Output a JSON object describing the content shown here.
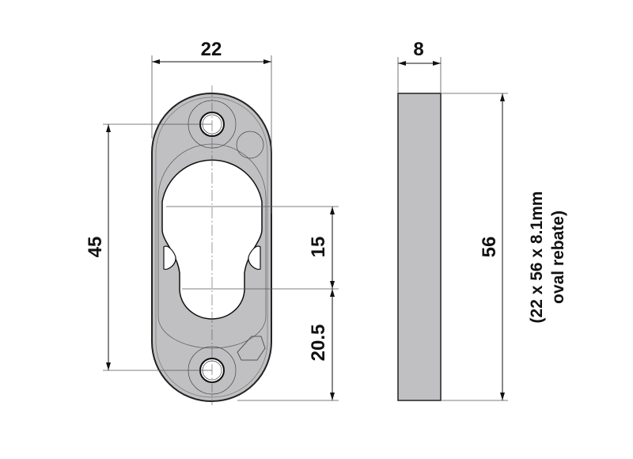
{
  "drawing": {
    "dimensions": {
      "width": "22",
      "thickness": "8",
      "hole_spacing": "45",
      "cylinder_spacing": "15",
      "lower_offset": "20.5",
      "height": "56"
    },
    "rebate_note": {
      "line1": "(22 x 56 x 8.1mm",
      "line2": "oval rebate)"
    },
    "colors": {
      "part_fill": "#c0c0c2",
      "line": "#111111"
    }
  }
}
